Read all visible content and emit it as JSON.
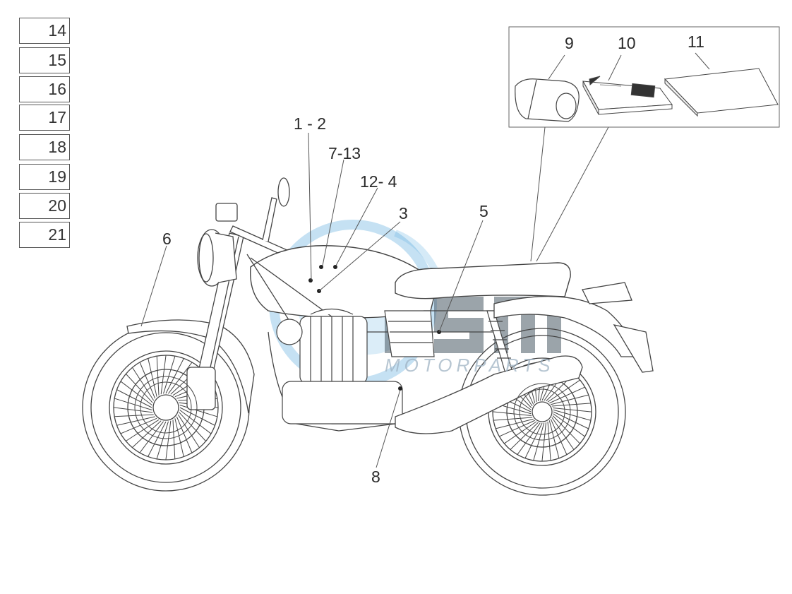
{
  "diagram": {
    "side_list": [
      "14",
      "15",
      "16",
      "17",
      "18",
      "19",
      "20",
      "21"
    ],
    "callouts": {
      "c1_2": "1 - 2",
      "c7_13": "7-13",
      "c12_4": "12- 4",
      "c3": "3",
      "c5": "5",
      "c6": "6",
      "c8": "8",
      "c9": "9",
      "c10": "10",
      "c11": "11"
    },
    "watermark": {
      "logo_text": "MSP",
      "sub_text": "MOTORPARTS",
      "color": "#3d9bd6"
    },
    "line_color": "#444444"
  }
}
